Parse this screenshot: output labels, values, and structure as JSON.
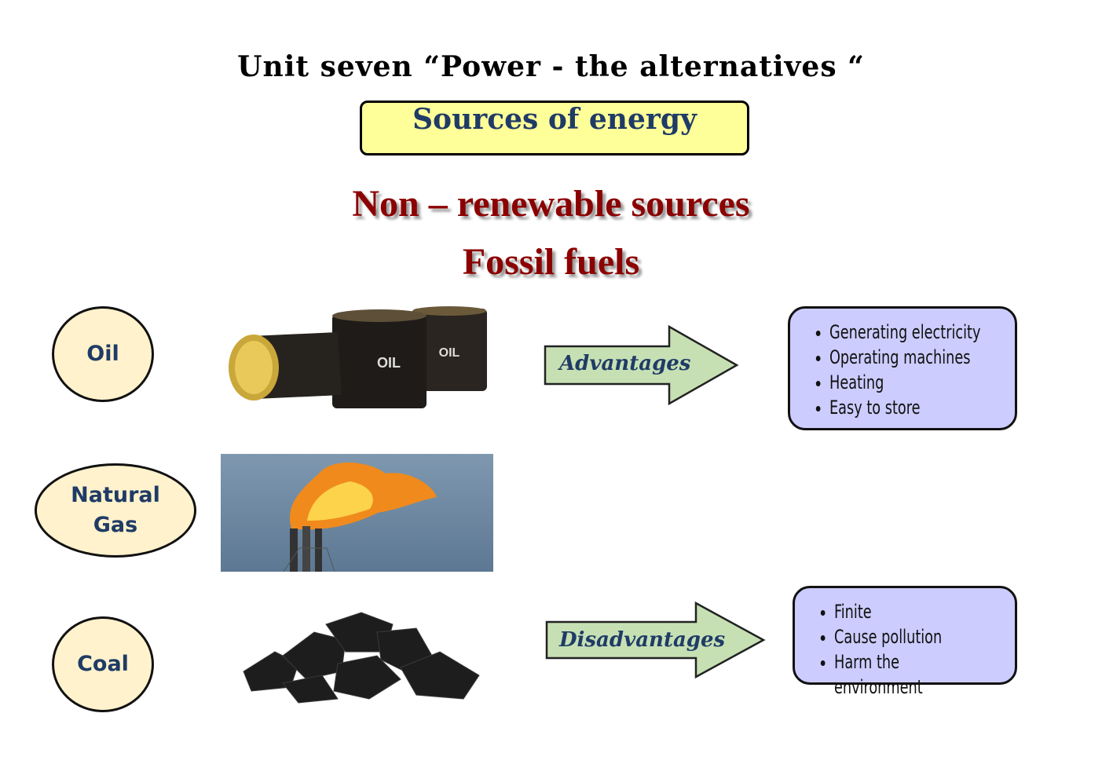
{
  "title": "Unit seven “Power - the alternatives “",
  "subtitle": "Sources of energy",
  "heading1": "Non – renewable sources",
  "heading2": "Fossil fuels",
  "fuels": [
    {
      "label": "Oil"
    },
    {
      "label": "Natural Gas"
    },
    {
      "label": "Coal"
    }
  ],
  "barrel_labels": [
    "OIL",
    "OIL"
  ],
  "advantages": {
    "label": "Advantages",
    "items": [
      "Generating electricity",
      "Operating machines",
      "Heating",
      "Easy to store"
    ]
  },
  "disadvantages": {
    "label": "Disadvantages",
    "items": [
      "Finite",
      "Cause pollution",
      "Harm the environment"
    ]
  }
}
